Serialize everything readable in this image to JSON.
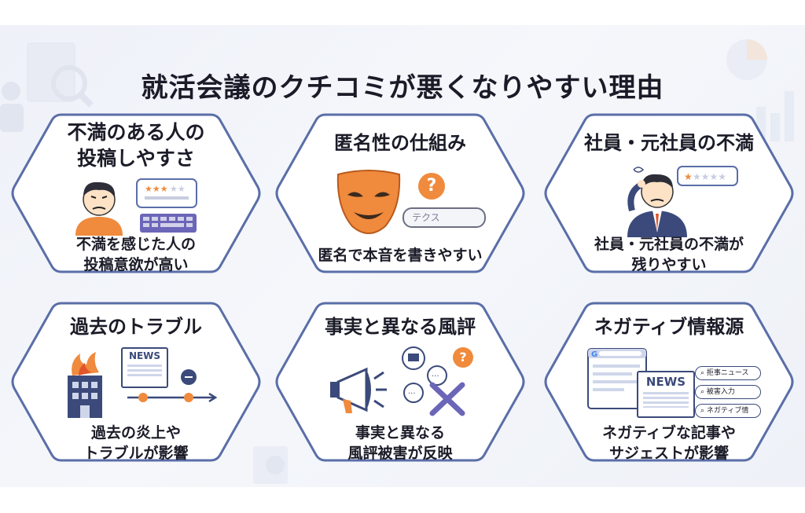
{
  "title": "就活会議のクチコミが悪くなりやすい理由",
  "colors": {
    "border": "#5a6ea8",
    "orange": "#f08a3c",
    "navy": "#3b4a7a",
    "purple": "#6b66b8",
    "bg": "#eef1f8"
  },
  "cards": [
    {
      "heading_line1": "不満のある人の",
      "heading_line2": "投稿しやすさ",
      "desc_line1": "不満を感じた人の",
      "desc_line2": "投稿意欲が高い",
      "icon": "frustrated-person-keyboard-icon"
    },
    {
      "heading_line1": "匿名性の仕組み",
      "heading_line2": "",
      "desc_line1": "匿名で本音を書きやすい",
      "desc_line2": "",
      "icon": "mask-icon",
      "input_text": "テクス",
      "bubble": "?"
    },
    {
      "heading_line1": "社員・元社員の不満",
      "heading_line2": "",
      "desc_line1": "社員・元社員の不満が",
      "desc_line2": "残りやすい",
      "icon": "worried-employee-icon"
    },
    {
      "heading_line1": "過去のトラブル",
      "heading_line2": "",
      "desc_line1": "過去の炎上や",
      "desc_line2": "トラブルが影響",
      "icon": "burning-building-icon",
      "news": "NEWS"
    },
    {
      "heading_line1": "事実と異なる風評",
      "heading_line2": "",
      "desc_line1": "事実と異なる",
      "desc_line2": "風評被害が反映",
      "icon": "megaphone-icon",
      "bubble": "?"
    },
    {
      "heading_line1": "ネガティブ情報源",
      "heading_line2": "",
      "desc_line1": "ネガティブな記事や",
      "desc_line2": "サジェストが影響",
      "icon": "search-news-icon",
      "news": "NEWS",
      "suggestions": [
        "拒事ニュース",
        "被害入力",
        "ネガティブ情"
      ]
    }
  ]
}
